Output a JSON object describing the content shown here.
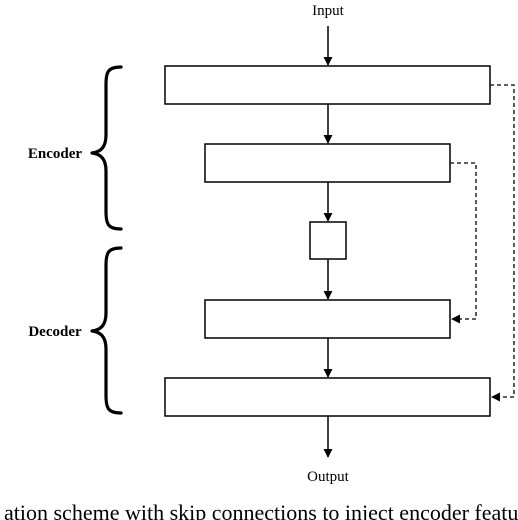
{
  "diagram": {
    "input_label": "Input",
    "output_label": "Output",
    "encoder_label": "Encoder",
    "decoder_label": "Decoder"
  },
  "caption": {
    "text": "ation scheme with skip connections to inject encoder features"
  }
}
